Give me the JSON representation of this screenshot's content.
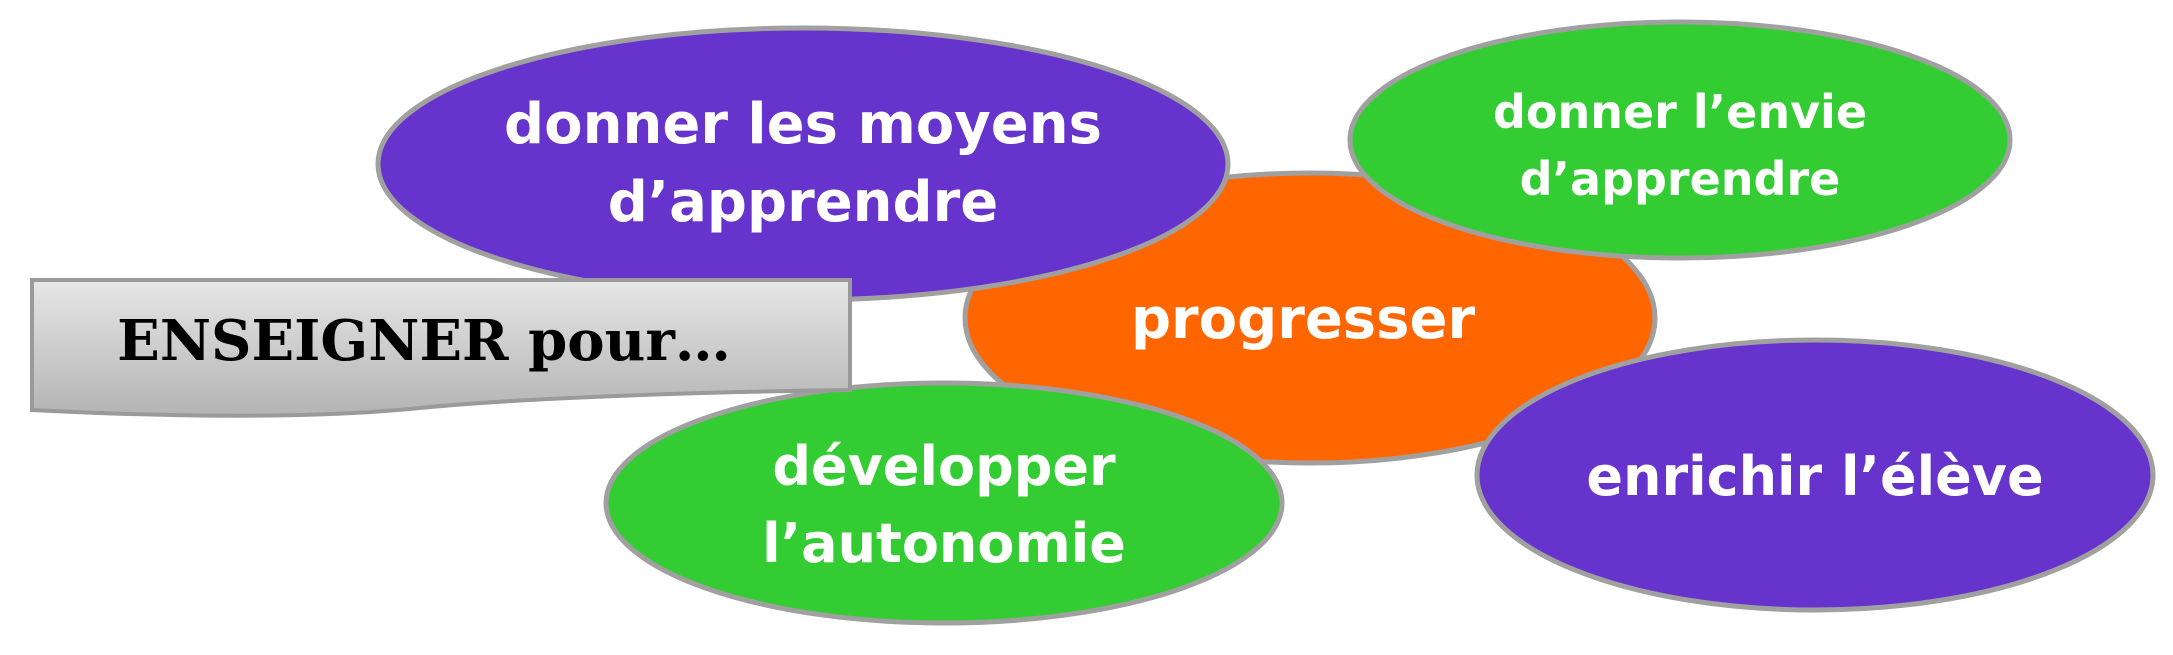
{
  "diagram": {
    "banner": {
      "label": "ENSEIGNER pour…"
    },
    "center": {
      "label": "progresser"
    },
    "bubbles": [
      {
        "label_line1": "donner les moyens",
        "label_line2": "d’apprendre"
      },
      {
        "label_line1": "donner l’envie",
        "label_line2": "d’apprendre"
      },
      {
        "label_line1": "développer",
        "label_line2": "l’autonomie"
      },
      {
        "label": "enrichir l’élève"
      }
    ]
  },
  "colors": {
    "purple": "#6633cc",
    "green": "#33cc33",
    "orange": "#ff6600",
    "banner_fill": "#c8c8c8",
    "outline": "#9a9a9a",
    "text_on_bubble": "#ffffff"
  }
}
